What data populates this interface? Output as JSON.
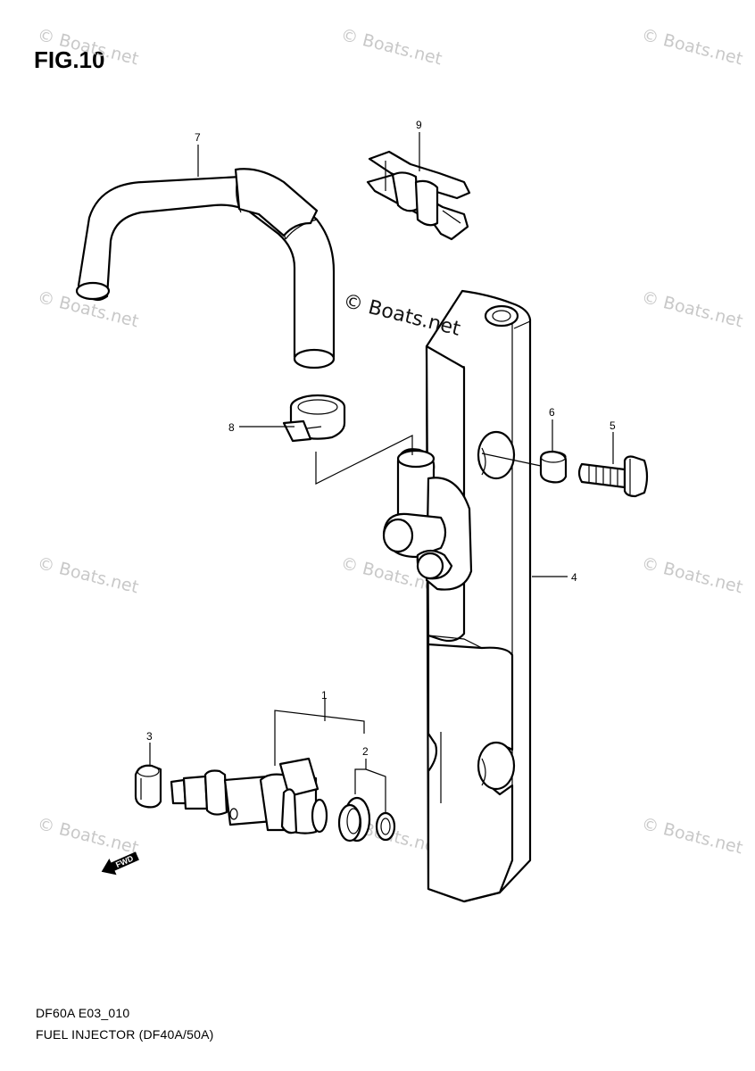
{
  "figure": {
    "title": "FIG.10"
  },
  "footer": {
    "model_code": "DF60A E03_010",
    "section_name": "FUEL INJECTOR (DF40A/50A)"
  },
  "watermark": {
    "primary": "© Boats.net",
    "faint": "© Boats.net"
  },
  "callouts": [
    "1",
    "2",
    "3",
    "4",
    "5",
    "6",
    "7",
    "8",
    "9"
  ],
  "direction_badge": {
    "label": "FWD",
    "icon": "forward-arrow-icon"
  }
}
